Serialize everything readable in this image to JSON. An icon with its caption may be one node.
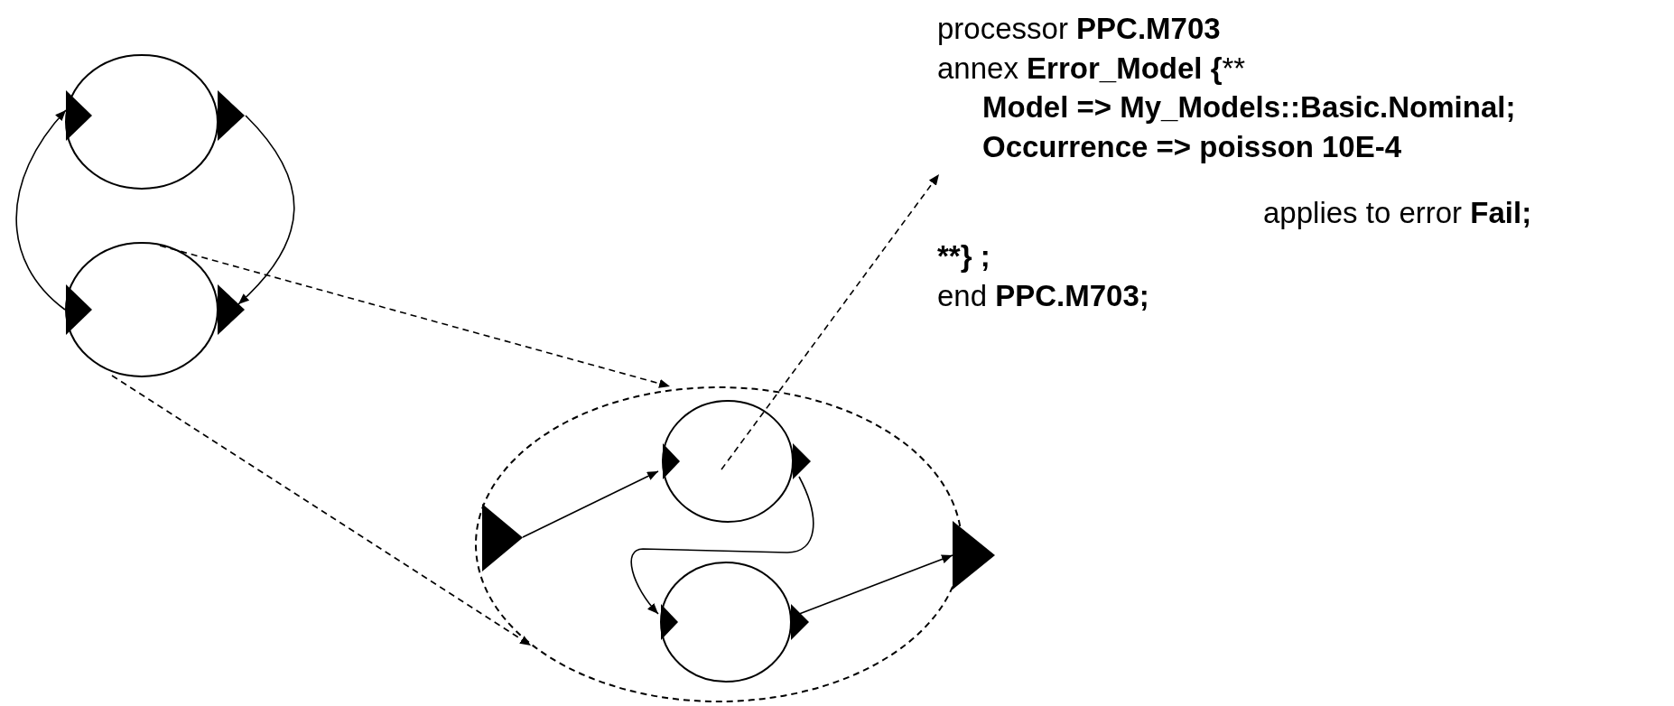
{
  "diagram": {
    "nodes": [
      {
        "text": [],
        "shape": "circle"
      },
      {
        "text": [],
        "shape": "circle"
      },
      {
        "text": [],
        "shape": "ellipse"
      },
      {
        "text": [],
        "shape": "triangle",
        "in": 2
      },
      {
        "text": [],
        "shape": "circle",
        "in": 2
      },
      {
        "text": [],
        "shape": "circle",
        "in": 2
      },
      {
        "text": [],
        "shape": "triangle"
      },
      {
        "text": [
          "processor **PPC.M703**",
          "annex **Error_Model {****",
          "Model => My_Models::Basic.Nominal;",
          "Occurrence => poisson 10E-4",
          "applies to error **Fail;**",
          "**} ;",
          "end **PPC.M703;**"
        ]
      }
    ],
    "edges": [
      {
        "from": 0,
        "to": 1,
        "arrow": "to"
      },
      {
        "from": 1,
        "to": 0,
        "arrow": "to"
      },
      {
        "from": 1,
        "to": 2,
        "arrow": "to",
        "style": "dashed"
      },
      {
        "from": 1,
        "to": 2,
        "arrow": "to",
        "style": "dashed"
      },
      {
        "from": 3,
        "to": 4,
        "arrow": "to"
      },
      {
        "from": 4,
        "to": 5,
        "arrow": "to"
      },
      {
        "from": 5,
        "to": 6,
        "arrow": "to"
      },
      {
        "from": 4,
        "to": 7,
        "arrow": "to",
        "style": "dashed"
      }
    ]
  }
}
